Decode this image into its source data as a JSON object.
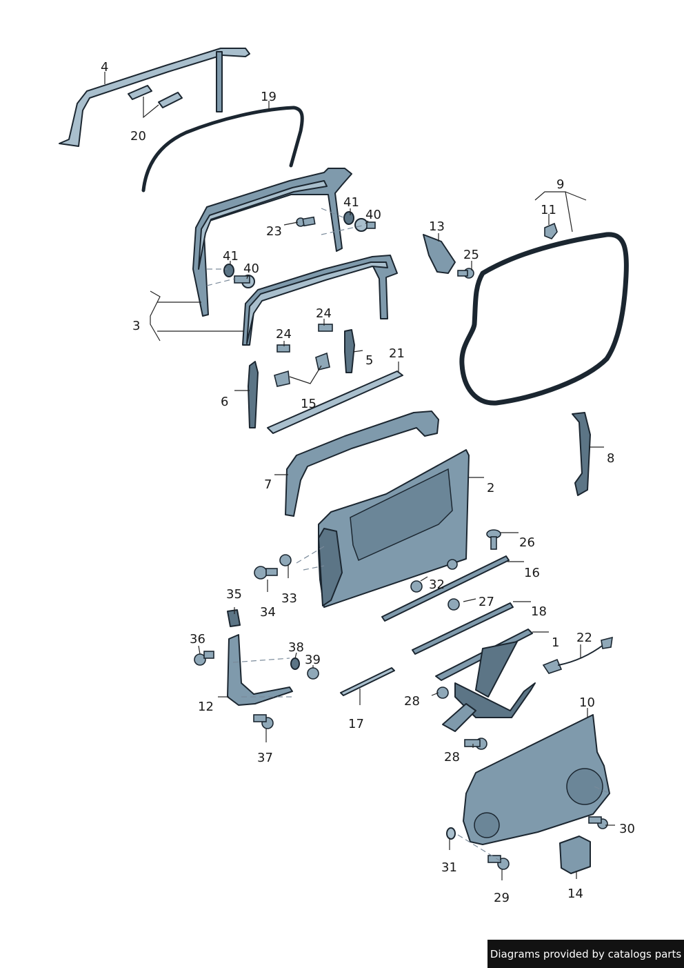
{
  "colors": {
    "part_fill": "#7f9aac",
    "part_light": "#a9bfcd",
    "part_dark": "#5c7586",
    "outline": "#1b2630",
    "badge_bg": "#121212"
  },
  "callouts": {
    "c1": "1",
    "c2": "2",
    "c3": "3",
    "c4": "4",
    "c5": "5",
    "c6": "6",
    "c7": "7",
    "c8": "8",
    "c9": "9",
    "c10": "10",
    "c11": "11",
    "c12": "12",
    "c13": "13",
    "c14": "14",
    "c15": "15",
    "c16": "16",
    "c17": "17",
    "c18": "18",
    "c19": "19",
    "c20": "20",
    "c21": "21",
    "c22": "22",
    "c23": "23",
    "c24a": "24",
    "c24b": "24",
    "c25": "25",
    "c26": "26",
    "c27": "27",
    "c28a": "28",
    "c28b": "28",
    "c29": "29",
    "c30": "30",
    "c31": "31",
    "c32": "32",
    "c33": "33",
    "c34": "34",
    "c35": "35",
    "c36": "36",
    "c37": "37",
    "c38": "38",
    "c39": "39",
    "c40a": "40",
    "c40b": "40",
    "c41a": "41",
    "c41b": "41"
  },
  "footer": {
    "text": "Diagrams provided by catalogs parts"
  }
}
